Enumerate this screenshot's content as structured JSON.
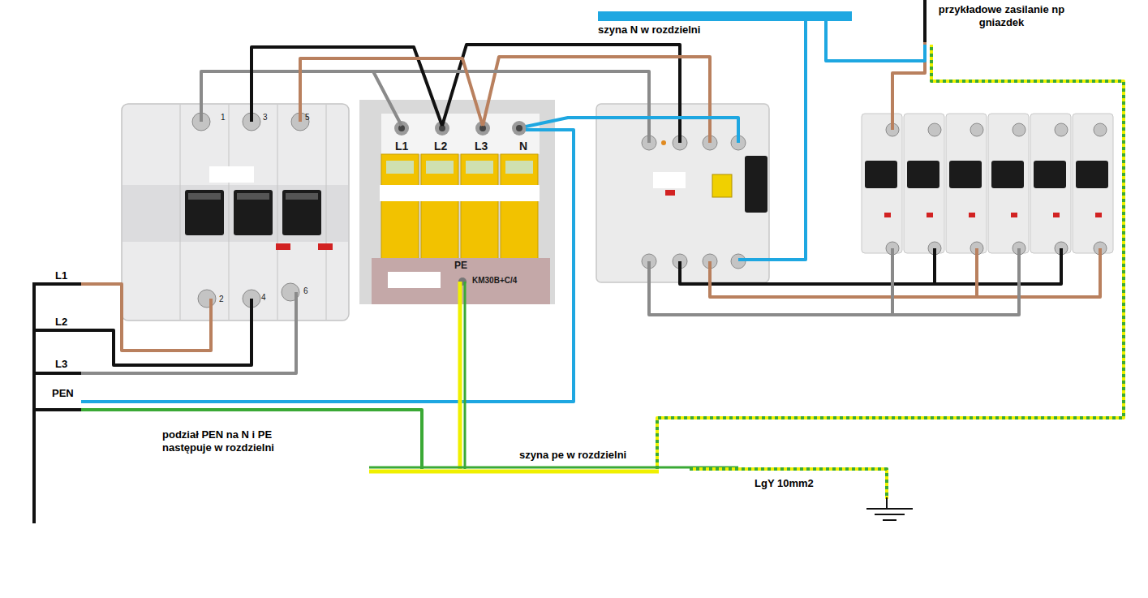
{
  "diagram": {
    "nodes": [
      {
        "text": [
          "1",
          "3",
          "5",
          "2",
          "4",
          "6"
        ]
      },
      {
        "text": [
          "L1",
          "L2",
          "L3",
          "N",
          "PE",
          "KM30B+C/4"
        ]
      }
    ],
    "edges": [
      {
        "from": 0,
        "to": 1,
        "arrow": "none"
      },
      {
        "from": 0,
        "to": 1,
        "arrow": "none"
      },
      {
        "from": 0,
        "to": 1,
        "arrow": "none"
      }
    ],
    "labels": [
      "L1",
      "L2",
      "L3",
      "PEN",
      "podział PEN na N i PE następuje w rozdzielni",
      "szyna pe w rozdzielni",
      "LgY 10mm2",
      "szyna N w rozdzielni",
      "przykładowe zasilanie np gniazdek"
    ]
  }
}
